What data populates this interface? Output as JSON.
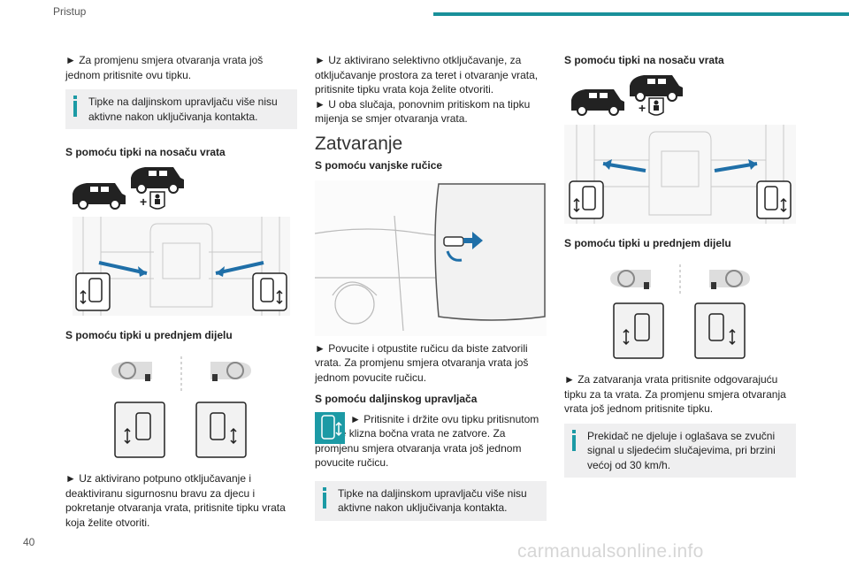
{
  "header": {
    "section": "Pristup"
  },
  "page_number": "40",
  "watermark": "carmanualsonline.info",
  "col1": {
    "p1": "► Za promjenu smjera otvaranja vrata još jednom pritisnite ovu tipku.",
    "note1": "Tipke na daljinskom upravljaču više nisu aktivne nakon uključivanja kontakta.",
    "h_pillar": "S pomoću tipki na nosaču vrata",
    "h_front": "S pomoću tipki u prednjem dijelu",
    "p2": "► Uz aktivirano potpuno otključavanje i deaktiviranu sigurnosnu bravu za djecu i pokretanje otvaranja vrata, pritisnite tipku vrata koja želite otvoriti."
  },
  "col2": {
    "p1": "► Uz aktivirano selektivno otključavanje, za otključavanje prostora za teret i otvaranje vrata, pritisnite tipku vrata koja želite otvoriti.",
    "p2": "► U oba slučaja, ponovnim pritiskom na tipku mijenja se smjer otvaranja vrata.",
    "h_close": "Zatvaranje",
    "h_handle": "S pomoću vanjske ručice",
    "p3": "► Povucite i otpustite ručicu da biste zatvorili vrata. Za promjenu smjera otvaranja vrata još jednom povucite ručicu.",
    "h_remote": "S pomoću daljinskog upravljača",
    "p4": "► Pritisnite i držite ovu tipku pritisnutom dok se klizna bočna vrata ne zatvore. Za promjenu smjera otvaranja vrata još jednom povucite ručicu.",
    "note": "Tipke na daljinskom upravljaču više nisu aktivne nakon uključivanja kontakta."
  },
  "col3": {
    "h_pillar": "S pomoću tipki na nosaču vrata",
    "h_front": "S pomoću tipki u prednjem dijelu",
    "p1": "► Za zatvaranja vrata pritisnite odgovarajuću tipku za ta vrata. Za promjenu smjera otvaranja vrata još jednom pritisnite tipku.",
    "note": "Prekidač ne djeluje i oglašava se zvučni signal u sljedećim slučajevima, pri brzini većoj od 30 km/h."
  },
  "colors": {
    "accent": "#19909a",
    "note_bg": "#efeff0",
    "info_icon": "#1c9aa5"
  },
  "icons": [
    "van-icon",
    "child-seat-icon",
    "door-button-icon",
    "steering-wheel-icon",
    "remote-key-icon",
    "info-icon"
  ]
}
